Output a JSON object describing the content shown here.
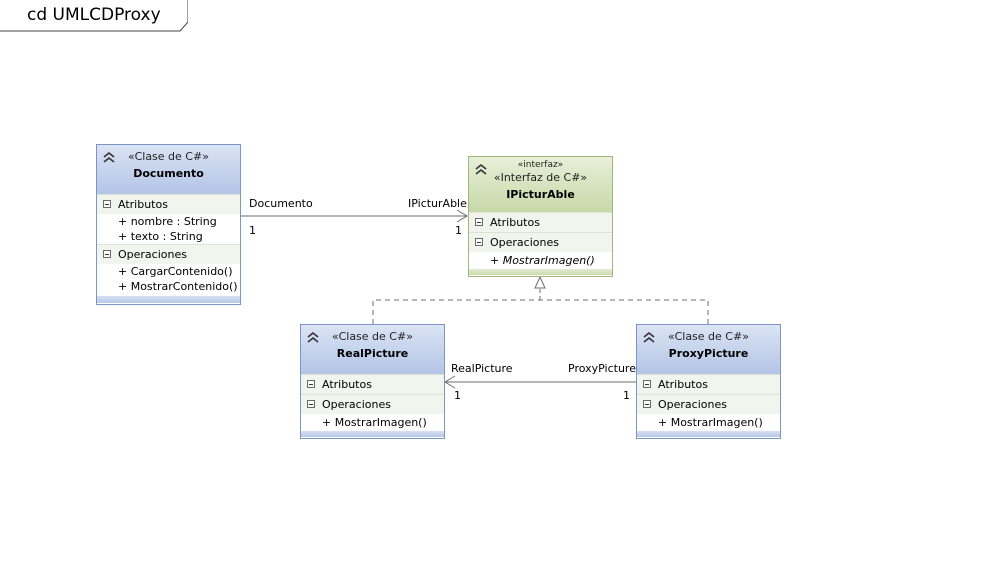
{
  "frame": {
    "title": "cd UMLCDProxy"
  },
  "classes": {
    "documento": {
      "stereotype": "«Clase de C#»",
      "name": "Documento",
      "attributes_label": "Atributos",
      "attributes": [
        "+ nombre : String",
        "+ texto : String"
      ],
      "operations_label": "Operaciones",
      "operations": [
        "+ CargarContenido()",
        "+ MostrarContenido()"
      ]
    },
    "ipicturable": {
      "stereotype_top": "«interfaz»",
      "stereotype": "«Interfaz de C#»",
      "name": "IPicturAble",
      "attributes_label": "Atributos",
      "operations_label": "Operaciones",
      "operations": [
        "+ MostrarImagen()"
      ]
    },
    "realpicture": {
      "stereotype": "«Clase de C#»",
      "name": "RealPicture",
      "attributes_label": "Atributos",
      "operations_label": "Operaciones",
      "operations": [
        "+ MostrarImagen()"
      ]
    },
    "proxypicture": {
      "stereotype": "«Clase de C#»",
      "name": "ProxyPicture",
      "attributes_label": "Atributos",
      "operations_label": "Operaciones",
      "operations": [
        "+ MostrarImagen()"
      ]
    }
  },
  "associations": {
    "doc_to_iface": {
      "source_role": "Documento",
      "source_mult": "1",
      "target_role": "IPicturAble",
      "target_mult": "1"
    },
    "proxy_to_real": {
      "target_role": "RealPicture",
      "target_mult": "1",
      "source_role": "ProxyPicture",
      "source_mult": "1"
    }
  }
}
